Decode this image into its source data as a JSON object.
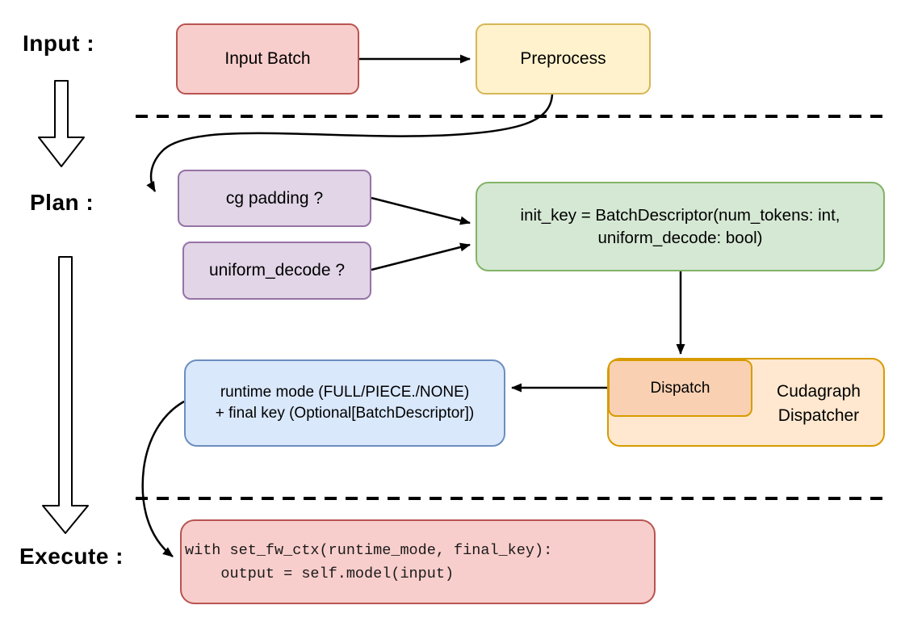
{
  "diagram": {
    "title_semantics": "cudagraph dispatch pipeline flowchart",
    "section_labels": {
      "input": "Input :",
      "plan": "Plan :",
      "execute": "Execute :"
    },
    "nodes": {
      "input_batch": {
        "label": "Input Batch",
        "fill": "#F8CECC",
        "stroke": "#B85450"
      },
      "preprocess": {
        "label": "Preprocess",
        "fill": "#FFF2CC",
        "stroke": "#D6B656"
      },
      "cg_padding": {
        "label": "cg padding ?",
        "fill": "#E1D5E7",
        "stroke": "#9673A6"
      },
      "uniform_decode": {
        "label": "uniform_decode ?",
        "fill": "#E1D5E7",
        "stroke": "#9673A6"
      },
      "init_key": {
        "line1": "init_key = BatchDescriptor(num_tokens: int,",
        "line2": "uniform_decode: bool)",
        "fill": "#D5E8D4",
        "stroke": "#82B366"
      },
      "dispatch": {
        "label": "Dispatch",
        "fill": "#F9D1B2",
        "stroke": "#D79B00"
      },
      "cudagraph_dispatcher": {
        "line1": "Cudagraph",
        "line2": "Dispatcher",
        "fill": "#FFE8CF",
        "stroke": "#D79B00"
      },
      "runtime_mode": {
        "line1": "runtime mode (FULL/PIECE./NONE)",
        "line2": "+ final key (Optional[BatchDescriptor])",
        "fill": "#DAE8FC",
        "stroke": "#6C8EBF"
      },
      "execute_code": {
        "line1": "with set_fw_ctx(runtime_mode, final_key):",
        "line2": "    output = self.model(input)",
        "fill": "#F8CECC",
        "stroke": "#B85450"
      }
    },
    "connector_color": "#000000",
    "separator_style": "dashed"
  }
}
